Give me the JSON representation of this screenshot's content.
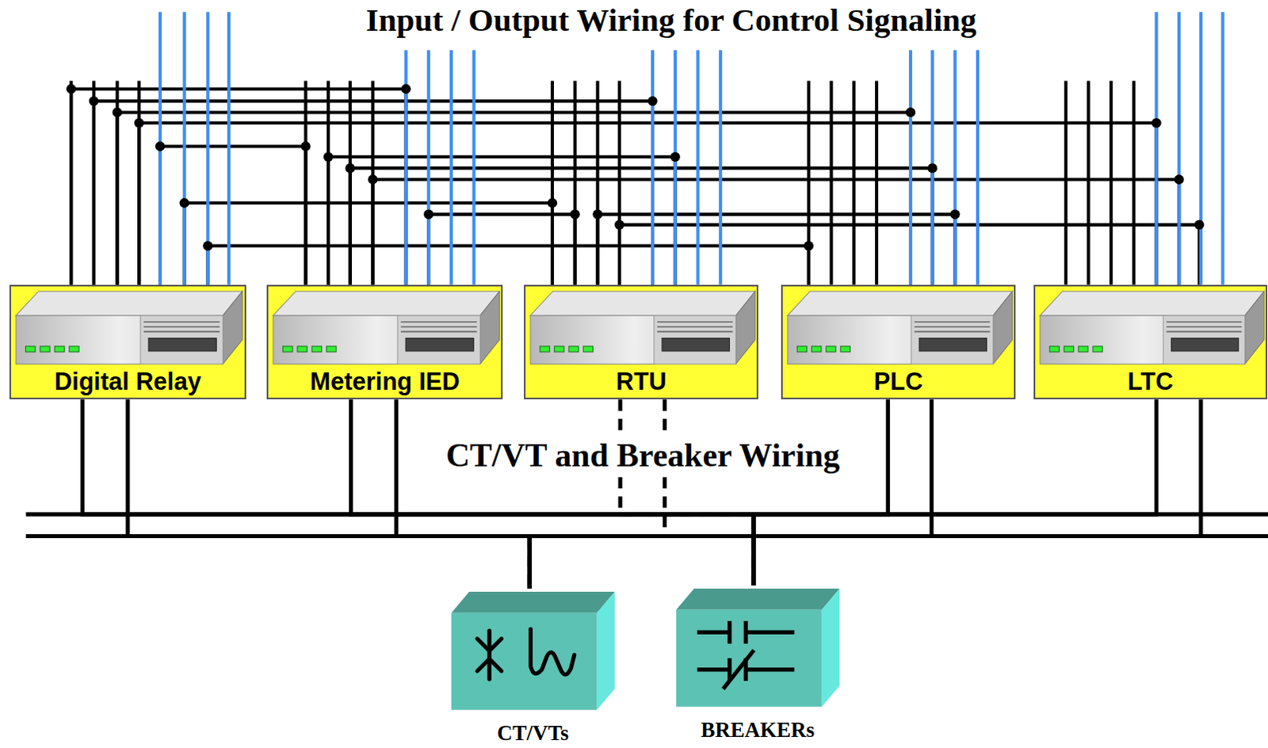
{
  "diagram": {
    "title": "Input / Output Wiring for Control Signaling",
    "nodes": [
      {
        "text": [
          "Digital Relay"
        ]
      },
      {
        "text": [
          "Metering IED"
        ]
      },
      {
        "text": [
          "RTU"
        ]
      },
      {
        "text": [
          "PLC"
        ]
      },
      {
        "text": [
          "LTC"
        ]
      },
      {
        "text": [
          "CT/VTs"
        ]
      },
      {
        "text": [
          "BREAKERs"
        ]
      }
    ],
    "edges": [
      {
        "from": 0,
        "to": 1,
        "arrow": "none"
      },
      {
        "from": 0,
        "to": 2,
        "arrow": "none"
      },
      {
        "from": 0,
        "to": 3,
        "arrow": "none"
      },
      {
        "from": 0,
        "to": 4,
        "arrow": "none"
      },
      {
        "from": 1,
        "to": 0,
        "arrow": "none"
      },
      {
        "from": 1,
        "to": 2,
        "arrow": "none"
      },
      {
        "from": 1,
        "to": 3,
        "arrow": "none"
      },
      {
        "from": 1,
        "to": 4,
        "arrow": "none"
      },
      {
        "from": 2,
        "to": 0,
        "arrow": "none"
      },
      {
        "from": 2,
        "to": 1,
        "arrow": "none"
      },
      {
        "from": 2,
        "to": 3,
        "arrow": "none"
      },
      {
        "from": 2,
        "to": 4,
        "arrow": "none"
      },
      {
        "from": 3,
        "to": 0,
        "arrow": "none"
      },
      {
        "from": 0,
        "to": 5,
        "arrow": "none"
      },
      {
        "from": 0,
        "to": 6,
        "arrow": "none"
      },
      {
        "from": 1,
        "to": 5,
        "arrow": "none"
      },
      {
        "from": 1,
        "to": 6,
        "arrow": "none"
      },
      {
        "from": 2,
        "to": 5,
        "arrow": "none"
      },
      {
        "from": 2,
        "to": 6,
        "arrow": "none"
      },
      {
        "from": 3,
        "to": 5,
        "arrow": "none"
      },
      {
        "from": 3,
        "to": 6,
        "arrow": "none"
      },
      {
        "from": 4,
        "to": 5,
        "arrow": "none"
      },
      {
        "from": 4,
        "to": 6,
        "arrow": "none"
      }
    ],
    "labels": [
      "CT/VT and Breaker Wiring"
    ]
  }
}
